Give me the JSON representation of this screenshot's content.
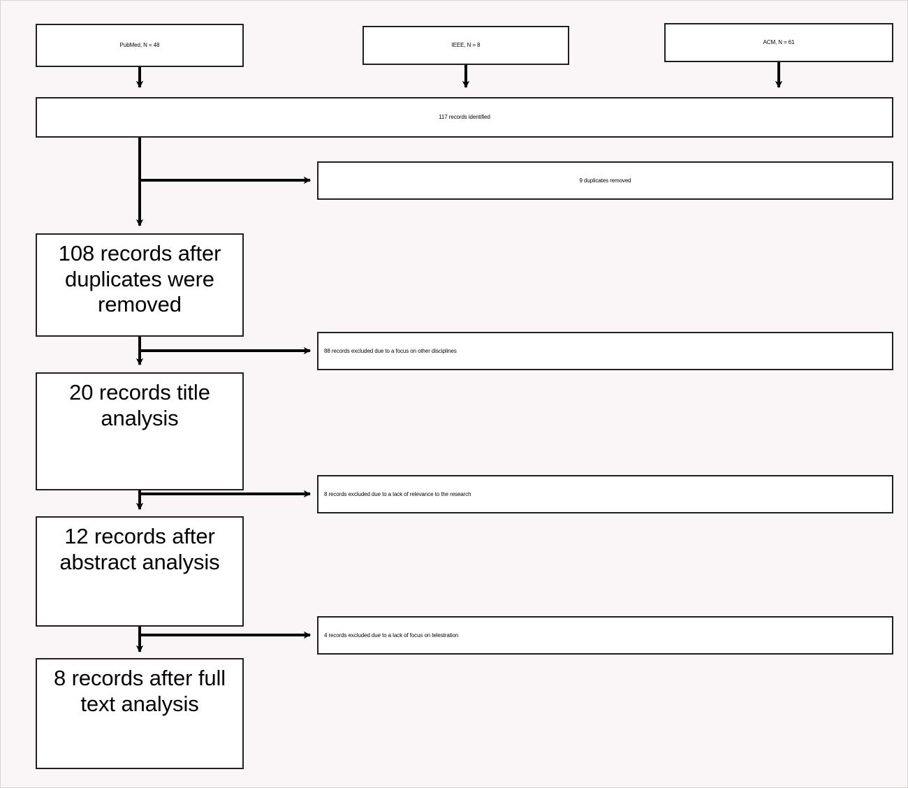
{
  "figure": {
    "type": "prisma-flow-diagram",
    "background_color": "#faf5f6",
    "box_fill": "#ffffff",
    "box_border_color": "#231f20",
    "text_color": "#000000"
  },
  "sources": [
    {
      "id": "pubmed",
      "label": "PubMed, N = 48",
      "database": "PubMed",
      "count": 48
    },
    {
      "id": "ieee",
      "label": "IEEE, N = 8",
      "database": "IEEE",
      "count": 8
    },
    {
      "id": "acm",
      "label": "ACM, N = 61",
      "database": "ACM",
      "count": 61
    }
  ],
  "flow": [
    {
      "id": "identified",
      "label": "117 records identified",
      "count": 117
    },
    {
      "id": "after-duplicates",
      "label": "108 records after duplicates were removed",
      "count": 108
    },
    {
      "id": "title-analysis",
      "label": "20 records title analysis",
      "count": 20
    },
    {
      "id": "abstract-analysis",
      "label": "12 records after abstract analysis",
      "count": 12
    },
    {
      "id": "full-text-analysis",
      "label": "8 records after full text analysis",
      "count": 8
    }
  ],
  "exclusions": [
    {
      "id": "duplicates-removed",
      "label": "9 duplicates removed",
      "count": 9
    },
    {
      "id": "excluded-other-disciplines",
      "label": "88 records excluded due to a focus on other disciplines",
      "count": 88
    },
    {
      "id": "excluded-no-relevance",
      "label": "8 records excluded due to a lack of relevance to the research",
      "count": 8
    },
    {
      "id": "excluded-no-telestration",
      "label": "4 records excluded due to a lack of focus on telestration",
      "count": 4
    }
  ]
}
